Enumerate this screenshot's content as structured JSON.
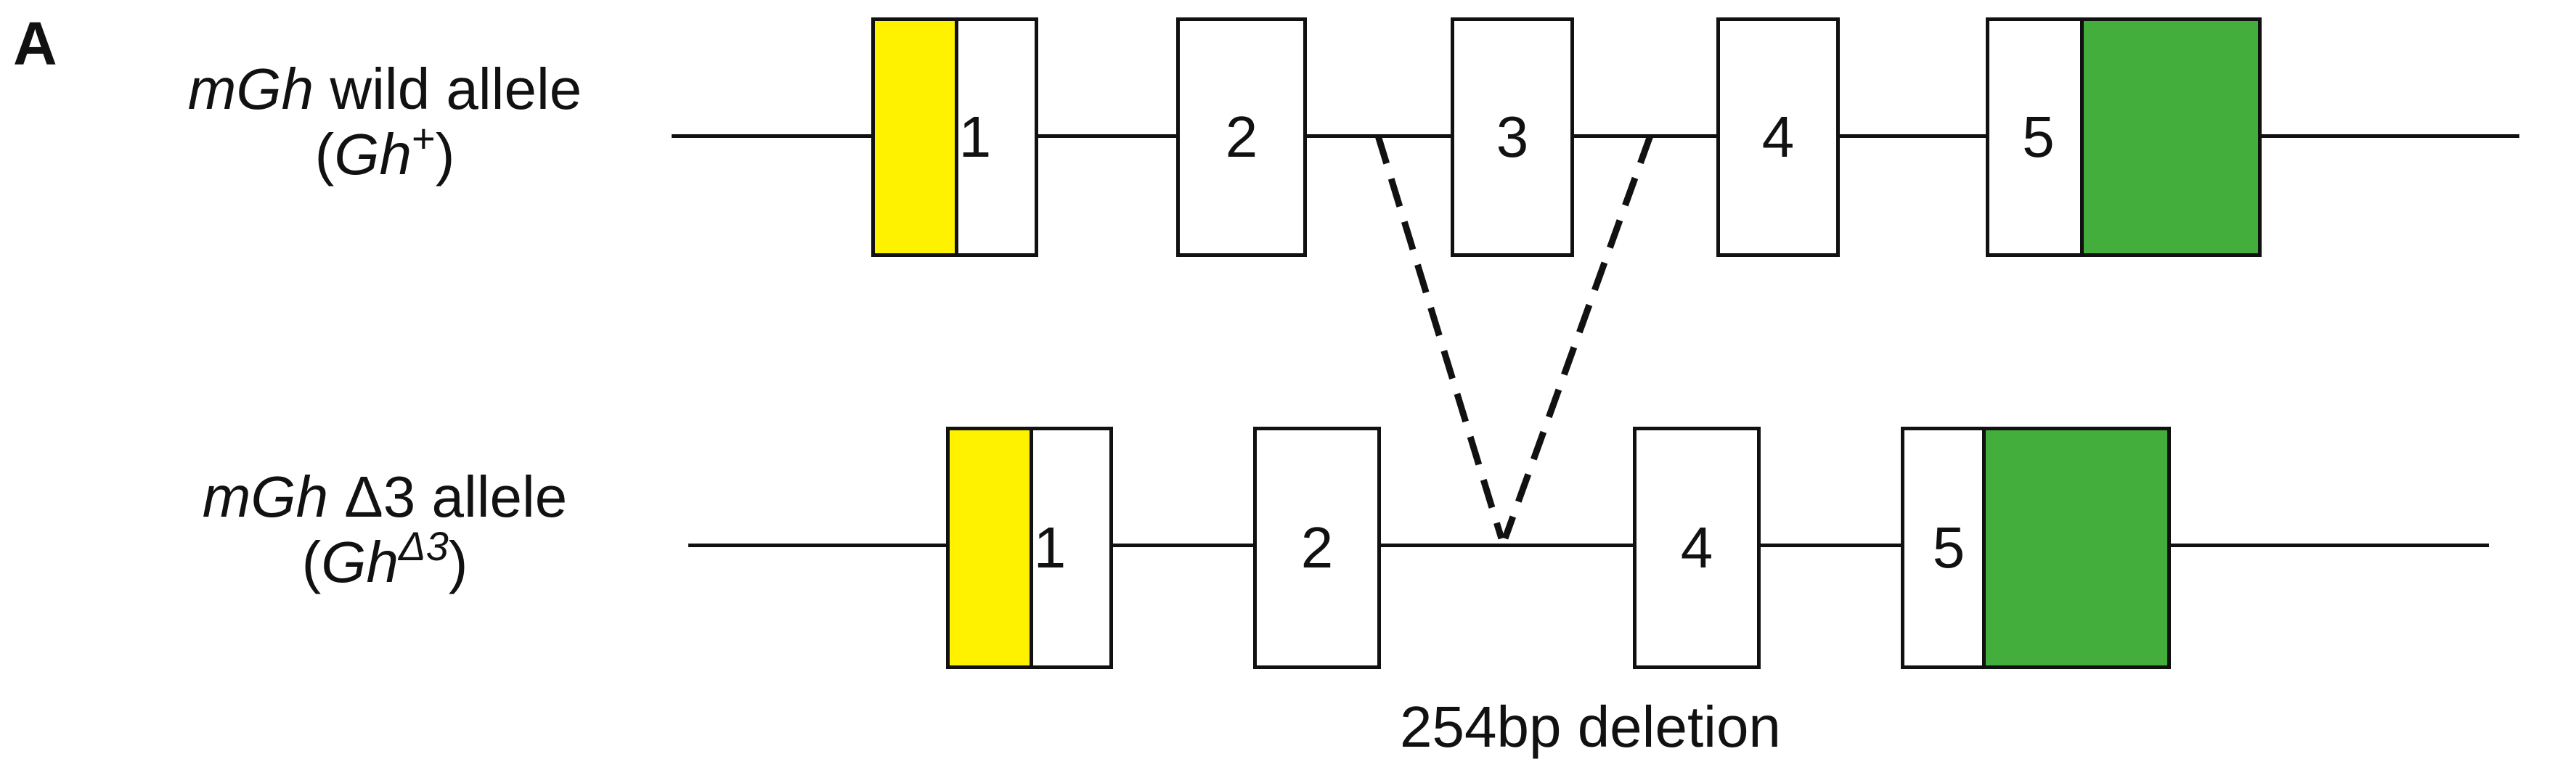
{
  "panel": {
    "letter": "A"
  },
  "wild_allele": {
    "name_gene": "mGh",
    "name_rest": " wild allele",
    "symbol_open": "(",
    "symbol_gene": "Gh",
    "symbol_sup": "+",
    "symbol_close": ")",
    "exons": [
      "1",
      "2",
      "3",
      "4",
      "5"
    ]
  },
  "delta_allele": {
    "name_gene": "mGh",
    "name_rest": " Δ3 allele",
    "symbol_open": "(",
    "symbol_gene": "Gh",
    "symbol_sup": "Δ3",
    "symbol_close": ")",
    "exons": [
      "1",
      "2",
      "4",
      "5"
    ]
  },
  "deletion_label": "254bp deletion",
  "colors": {
    "utr5": "#fff200",
    "utr3": "#43ae3b",
    "line": "#111111"
  }
}
